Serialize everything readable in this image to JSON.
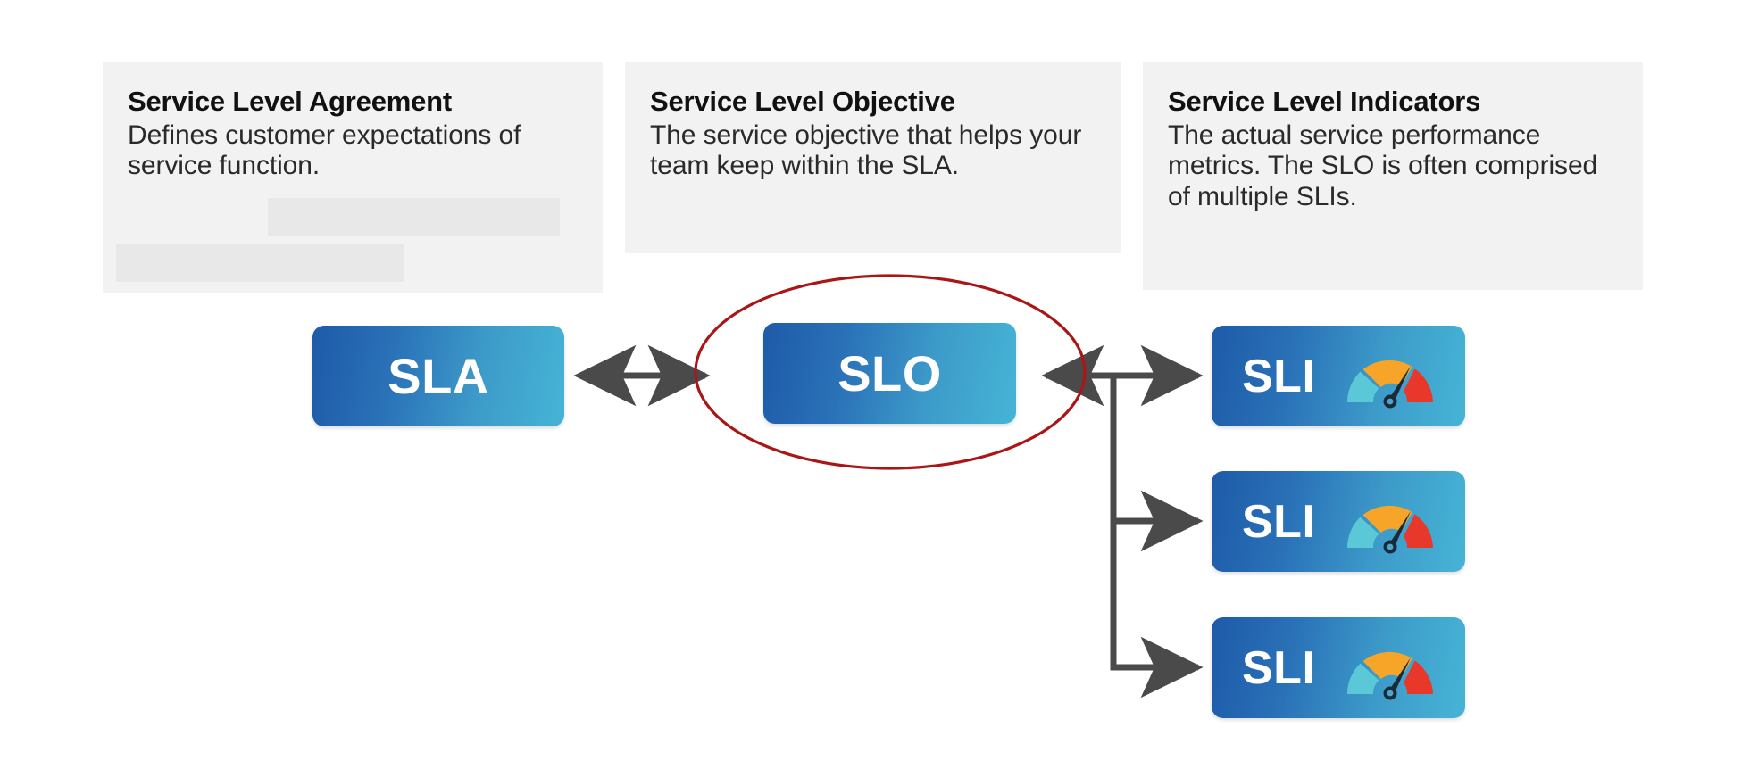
{
  "diagram": {
    "background_color": "#ffffff",
    "cards": [
      {
        "id": "sla-card",
        "title": "Service Level Agreement",
        "body": "Defines customer expectations of service function.",
        "background_color": "#f2f2f2"
      },
      {
        "id": "slo-card",
        "title": "Service Level Objective",
        "body": "The service objective that helps your team keep within the SLA.",
        "background_color": "#f2f2f2"
      },
      {
        "id": "sli-card",
        "title": "Service Level Indicators",
        "body": "The actual service performance metrics. The SLO is often comprised of multiple SLIs.",
        "background_color": "#f2f2f2"
      }
    ],
    "nodes": [
      {
        "id": "sla",
        "label": "SLA",
        "has_gauge": false
      },
      {
        "id": "slo",
        "label": "SLO",
        "has_gauge": false,
        "highlighted": true
      },
      {
        "id": "sli-1",
        "label": "SLI",
        "has_gauge": true
      },
      {
        "id": "sli-2",
        "label": "SLI",
        "has_gauge": true
      },
      {
        "id": "sli-3",
        "label": "SLI",
        "has_gauge": true
      }
    ],
    "highlight": {
      "shape": "ellipse",
      "target": "slo",
      "stroke_color": "#aa1616",
      "stroke_width": 3
    },
    "connectors": [
      {
        "from": "sla",
        "to": "slo",
        "style": "double-arrow"
      },
      {
        "from": "sli-bracket",
        "to": "slo",
        "style": "single-arrow"
      },
      {
        "from": "bracket",
        "to": "sli-1",
        "style": "single-arrow"
      },
      {
        "from": "bracket",
        "to": "sli-2",
        "style": "single-arrow"
      },
      {
        "from": "bracket",
        "to": "sli-3",
        "style": "single-arrow"
      }
    ],
    "colors": {
      "node_gradient_start": "#1e5aa8",
      "node_gradient_end": "#46b4d6",
      "connector": "#4a4a4a",
      "highlight_red": "#aa1616",
      "card_grey": "#f2f2f2",
      "redaction_grey": "#e8e8e8",
      "gauge_teal": "#5bc8d8",
      "gauge_orange": "#f7a528",
      "gauge_red": "#e8382b",
      "gauge_needle": "#1b2a3a"
    },
    "gauge": {
      "segments": [
        {
          "name": "low",
          "color": "#5bc8d8",
          "start_deg": 180,
          "end_deg": 122
        },
        {
          "name": "medium",
          "color": "#f7a528",
          "start_deg": 118,
          "end_deg": 56
        },
        {
          "name": "high",
          "color": "#e8382b",
          "start_deg": 52,
          "end_deg": 0
        }
      ],
      "needle_angle_deg": 72
    }
  }
}
